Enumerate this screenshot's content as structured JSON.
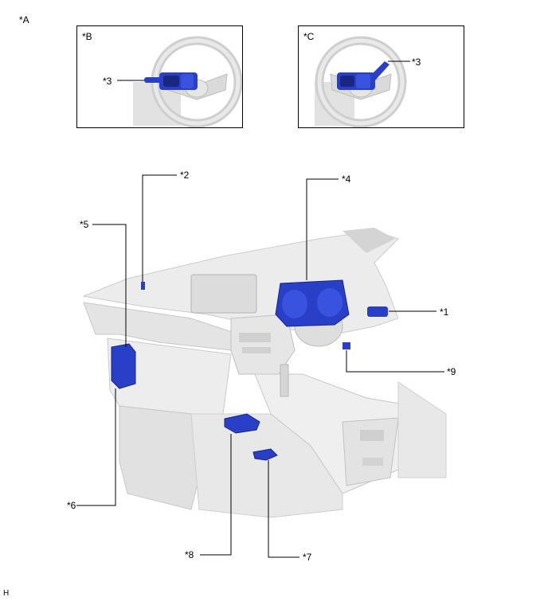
{
  "figure": {
    "view_label": "*A",
    "footer_code": "H"
  },
  "insets": [
    {
      "label": "*B",
      "callout": "*3"
    },
    {
      "label": "*C",
      "callout": "*3"
    }
  ],
  "callouts": {
    "c1": "*1",
    "c2": "*2",
    "c4": "*4",
    "c5": "*5",
    "c6": "*6",
    "c7": "*7",
    "c8": "*8",
    "c9": "*9"
  },
  "colors": {
    "part_highlight": "#2a3fc7",
    "part_dark": "#1a2680",
    "interior_light": "#f2f2f2",
    "interior_mid": "#d9d9d9",
    "interior_shadow": "#bfbfbf",
    "line": "#000000"
  }
}
